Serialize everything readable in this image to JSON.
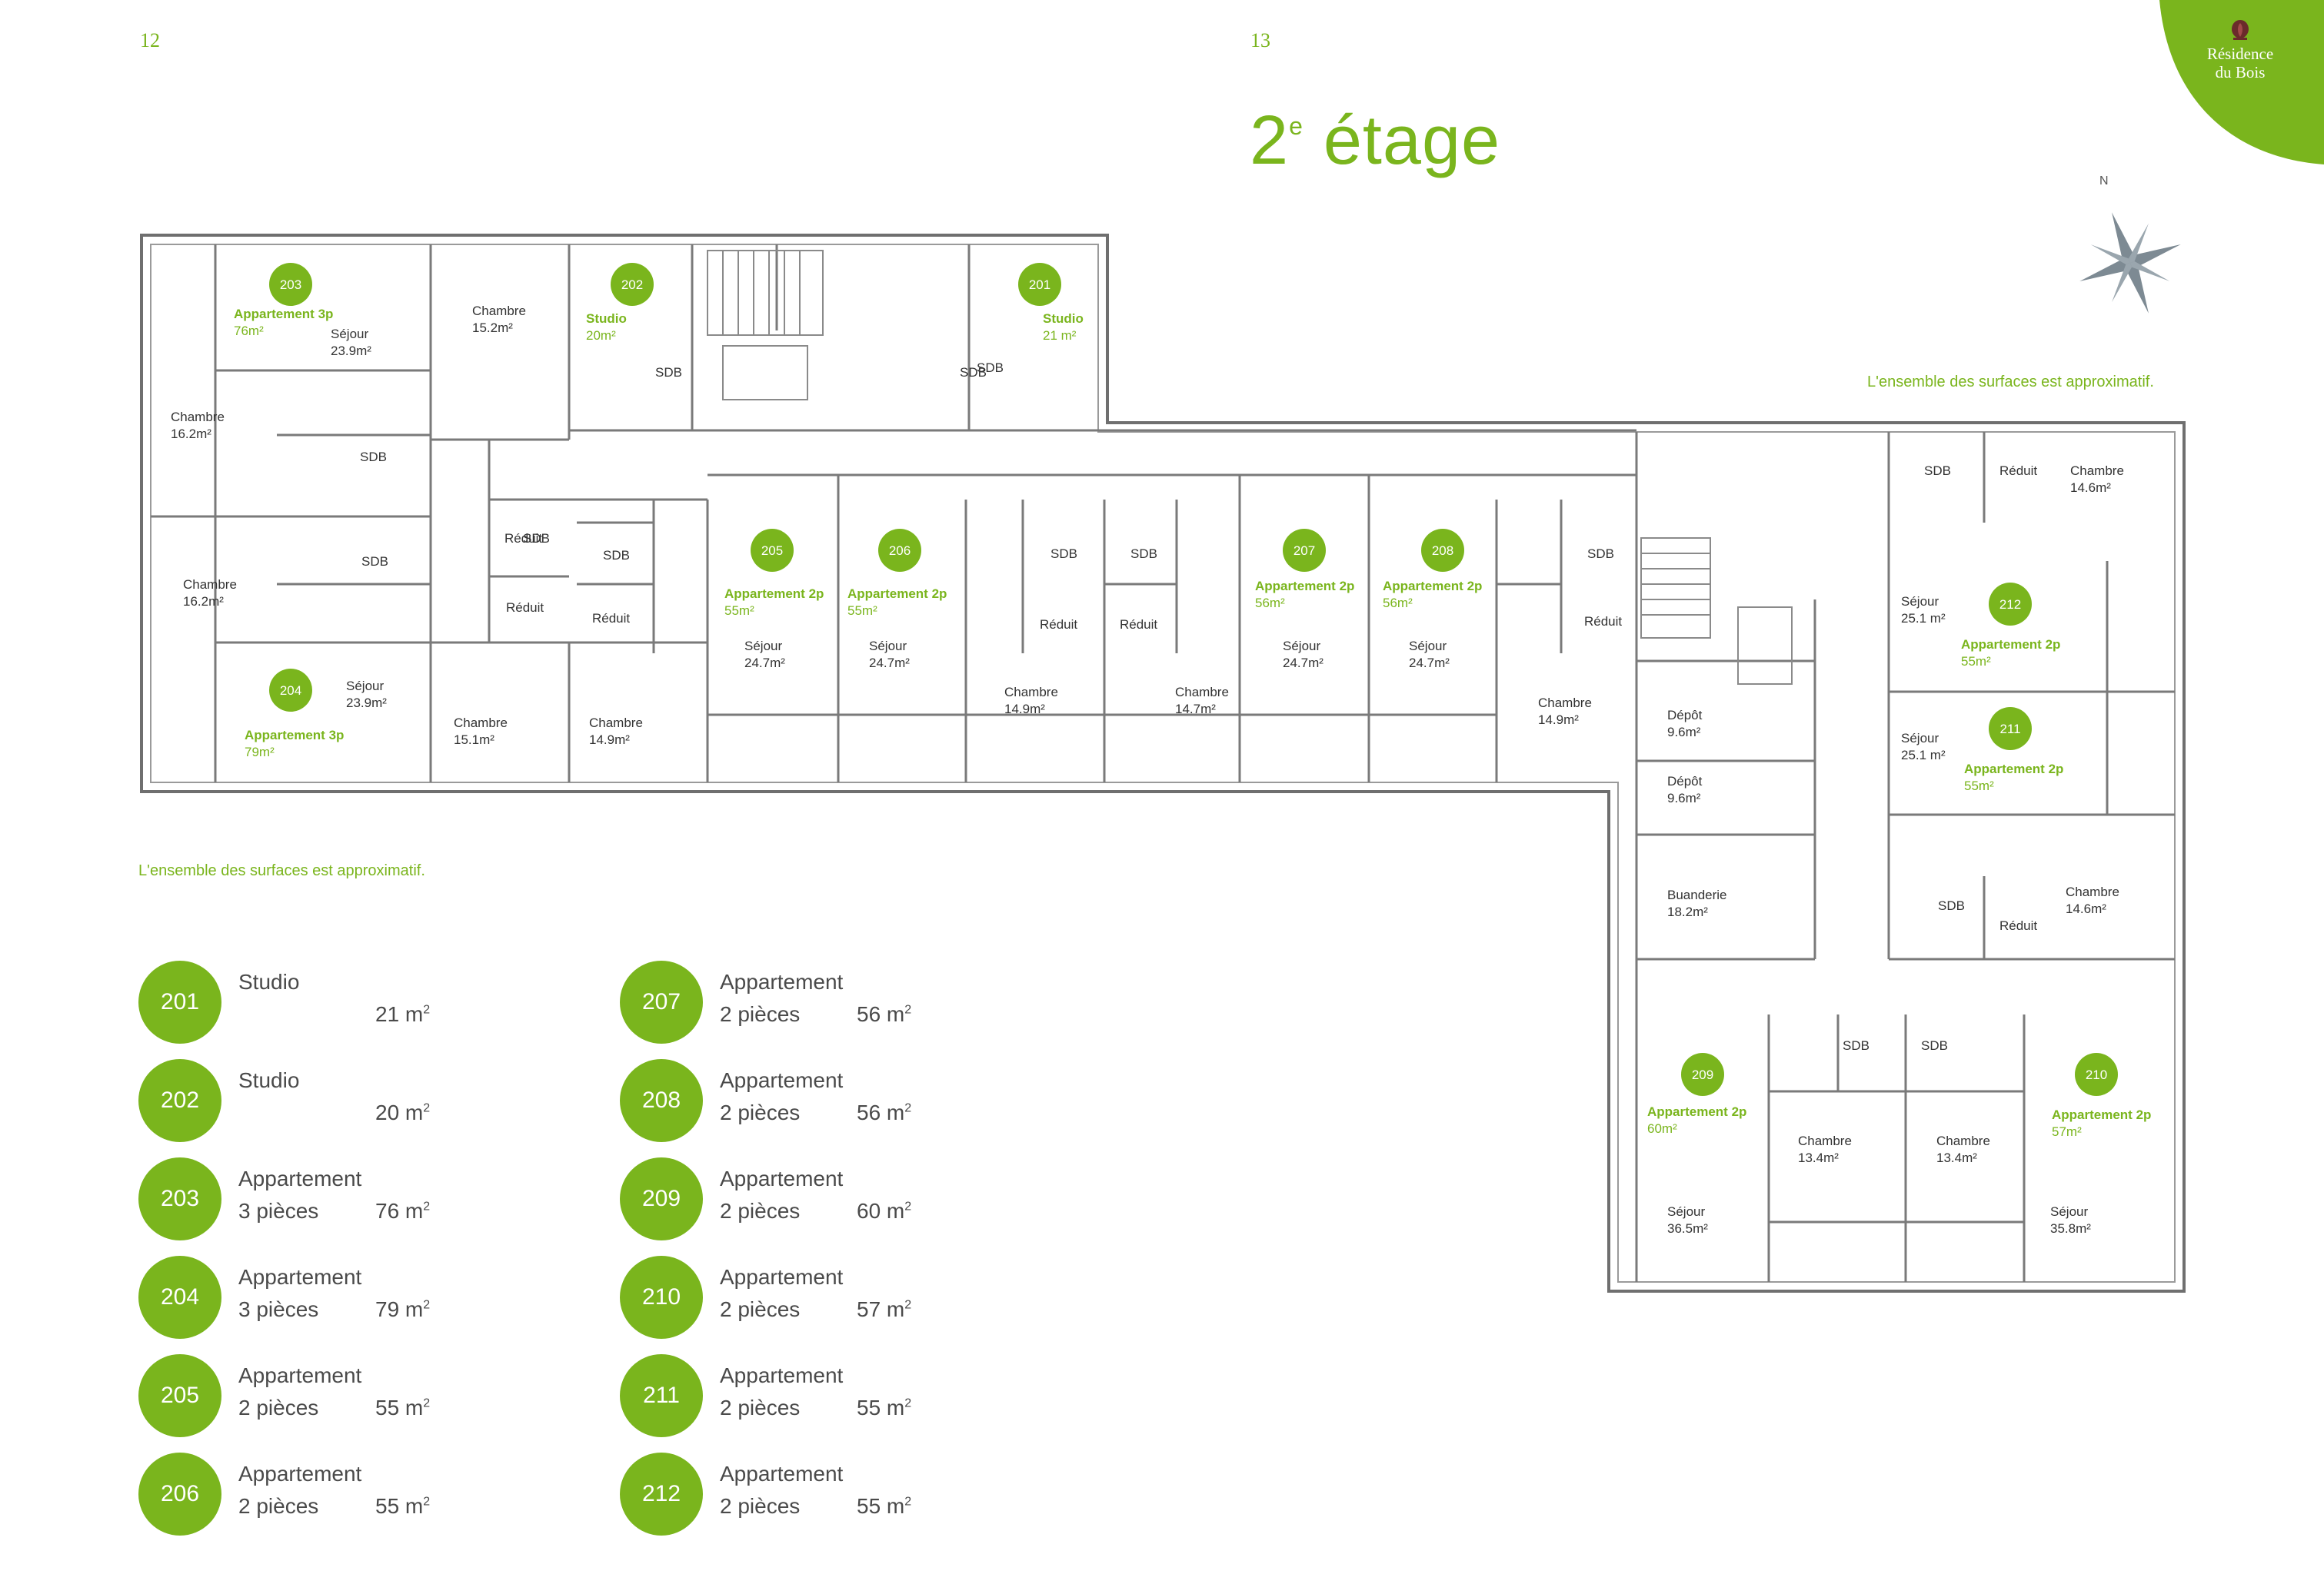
{
  "page": {
    "left_number": "12",
    "right_number": "13",
    "title_main": "2",
    "title_sup": "e",
    "title_rest": "étage",
    "note": "L'ensemble des surfaces est approximatif.",
    "colors": {
      "accent": "#7ab51d",
      "text": "#4a4a4a",
      "wall": "#6f6f6f"
    }
  },
  "brand": {
    "line1": "Résidence",
    "line2": "du Bois",
    "icon": "crown-flower-logo"
  },
  "compass": {
    "label": "N",
    "icon": "compass-rose-icon"
  },
  "units": [
    {
      "num": "201",
      "line1": "Studio",
      "line2": "",
      "area": "21 m",
      "sup": "2"
    },
    {
      "num": "202",
      "line1": "Studio",
      "line2": "",
      "area": "20 m",
      "sup": "2"
    },
    {
      "num": "203",
      "line1": "Appartement",
      "line2": "3 pièces",
      "area": "76 m",
      "sup": "2"
    },
    {
      "num": "204",
      "line1": "Appartement",
      "line2": "3 pièces",
      "area": "79 m",
      "sup": "2"
    },
    {
      "num": "205",
      "line1": "Appartement",
      "line2": "2 pièces",
      "area": "55 m",
      "sup": "2"
    },
    {
      "num": "206",
      "line1": "Appartement",
      "line2": "2 pièces",
      "area": "55 m",
      "sup": "2"
    },
    {
      "num": "207",
      "line1": "Appartement",
      "line2": "2 pièces",
      "area": "56 m",
      "sup": "2"
    },
    {
      "num": "208",
      "line1": "Appartement",
      "line2": "2 pièces",
      "area": "56 m",
      "sup": "2"
    },
    {
      "num": "209",
      "line1": "Appartement",
      "line2": "2 pièces",
      "area": "60 m",
      "sup": "2"
    },
    {
      "num": "210",
      "line1": "Appartement",
      "line2": "2 pièces",
      "area": "57 m",
      "sup": "2"
    },
    {
      "num": "211",
      "line1": "Appartement",
      "line2": "2 pièces",
      "area": "55 m",
      "sup": "2"
    },
    {
      "num": "212",
      "line1": "Appartement",
      "line2": "2 pièces",
      "area": "55 m",
      "sup": "2"
    }
  ],
  "plan": {
    "badges": [
      "203",
      "202",
      "201",
      "205",
      "206",
      "207",
      "208",
      "204",
      "212",
      "211",
      "209",
      "210"
    ],
    "unit_labels": [
      {
        "t1": "Appartement 3p",
        "t2": "76m²"
      },
      {
        "t1": "Studio",
        "t2": "20m²"
      },
      {
        "t1": "Studio",
        "t2": "21 m²"
      },
      {
        "t1": "Appartement 2p",
        "t2": "55m²"
      },
      {
        "t1": "Appartement 2p",
        "t2": "55m²"
      },
      {
        "t1": "Appartement 2p",
        "t2": "56m²"
      },
      {
        "t1": "Appartement 2p",
        "t2": "56m²"
      },
      {
        "t1": "Appartement  3p",
        "t2": "79m²"
      },
      {
        "t1": "Appartement 2p",
        "t2": "55m²"
      },
      {
        "t1": "Appartement 2p",
        "t2": "55m²"
      },
      {
        "t1": "Appartement 2p",
        "t2": "60m²"
      },
      {
        "t1": "Appartement 2p",
        "t2": "57m²"
      }
    ],
    "rooms": [
      {
        "n": "Séjour",
        "a": "23.9m²"
      },
      {
        "n": "Chambre",
        "a": "15.2m²"
      },
      {
        "n": "Chambre",
        "a": "16.2m²"
      },
      {
        "n": "Chambre",
        "a": "16.2m²"
      },
      {
        "n": "Séjour",
        "a": "23.9m²"
      },
      {
        "n": "Chambre",
        "a": "15.1m²"
      },
      {
        "n": "Chambre",
        "a": "14.9m²"
      },
      {
        "n": "Séjour",
        "a": "24.7m²"
      },
      {
        "n": "Séjour",
        "a": "24.7m²"
      },
      {
        "n": "Chambre",
        "a": "14.9m²"
      },
      {
        "n": "Chambre",
        "a": "14.7m²"
      },
      {
        "n": "Séjour",
        "a": "24.7m²"
      },
      {
        "n": "Séjour",
        "a": "24.7m²"
      },
      {
        "n": "Chambre",
        "a": "14.9m²"
      },
      {
        "n": "Dépôt",
        "a": "9.6m²"
      },
      {
        "n": "Dépôt",
        "a": "9.6m²"
      },
      {
        "n": "Buanderie",
        "a": "18.2m²"
      },
      {
        "n": "Chambre",
        "a": "14.6m²"
      },
      {
        "n": "Séjour",
        "a": "25.1 m²"
      },
      {
        "n": "Séjour",
        "a": "25.1 m²"
      },
      {
        "n": "Chambre",
        "a": "14.6m²"
      },
      {
        "n": "Chambre",
        "a": "13.4m²"
      },
      {
        "n": "Chambre",
        "a": "13.4m²"
      },
      {
        "n": "Séjour",
        "a": "36.5m²"
      },
      {
        "n": "Séjour",
        "a": "35.8m²"
      }
    ],
    "small": [
      "SDB",
      "SDB",
      "SDB",
      "SDB",
      "SDB",
      "SDB",
      "SDB",
      "SDB",
      "SDB",
      "SDB",
      "SDB",
      "SDB",
      "SDB",
      "SDB",
      "Réduit",
      "Réduit",
      "Réduit",
      "Réduit",
      "Réduit",
      "Réduit",
      "Réduit",
      "Réduit"
    ]
  }
}
